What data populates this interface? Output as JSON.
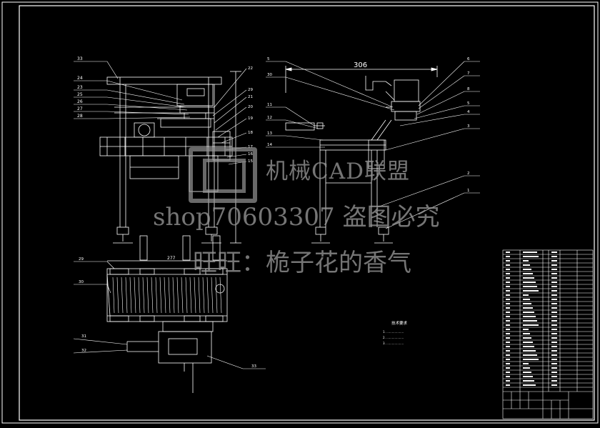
{
  "drawing": {
    "dimension_top": "306",
    "dimension_bottom": "277",
    "callouts_left": [
      "33",
      "24",
      "23",
      "25",
      "26",
      "27",
      "28"
    ],
    "callouts_mid_right": [
      "22",
      "29",
      "21",
      "20",
      "19",
      "18",
      "17",
      "16",
      "15"
    ],
    "callouts_side_left": [
      "5",
      "30",
      "11",
      "12",
      "13",
      "14"
    ],
    "callouts_side_right": [
      "6",
      "7",
      "8",
      "5",
      "4",
      "3",
      "2",
      "1"
    ],
    "callouts_bottom": [
      "29",
      "30",
      "31",
      "32",
      "33"
    ],
    "notes_title": "技术要求",
    "notes": [
      "1. ...................",
      "2. ...................",
      "3. ..................."
    ]
  },
  "watermark": {
    "line1": "机械CAD联盟",
    "line2": "shop70603307  盗图必究",
    "line3": "旺旺：桅子花的香气"
  },
  "colors": {
    "background": "#000000",
    "lines": "#ffffff",
    "frame": "#ffffff",
    "watermark": "#9a9a9a"
  }
}
